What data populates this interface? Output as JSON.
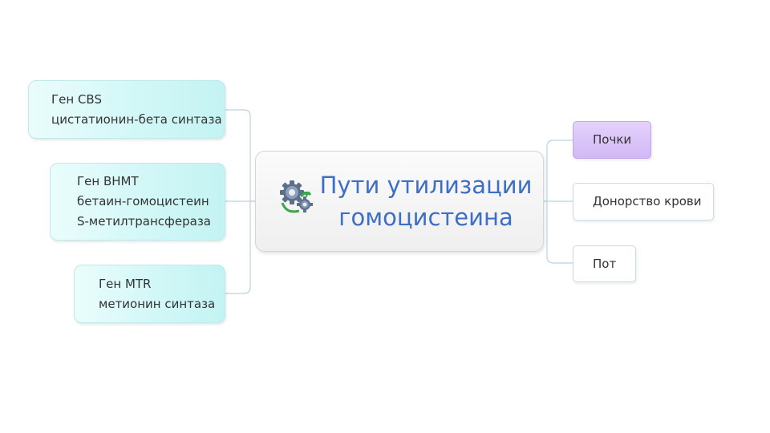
{
  "center": {
    "title_line1": "Пути утилизации",
    "title_line2": "гомоцистеина",
    "icon": "gears-icon"
  },
  "left_nodes": [
    {
      "line1": "Ген CBS",
      "line2": "цистатионин-бета синтаза"
    },
    {
      "line1": "Ген BHMT",
      "line2": "бетаин-гомоцистеин",
      "line3": "S-метилтрансфераза"
    },
    {
      "line1": "Ген MTR",
      "line2": "метионин синтаза"
    }
  ],
  "right_nodes": [
    {
      "label": "Почки",
      "highlighted": true
    },
    {
      "label": "Донорство крови"
    },
    {
      "label": "Пот"
    }
  ],
  "colors": {
    "title": "#3d6fc4",
    "left_fill": "#d2f7f7",
    "highlight_fill": "#d2b8f5",
    "connector": "#b7d3e6"
  }
}
